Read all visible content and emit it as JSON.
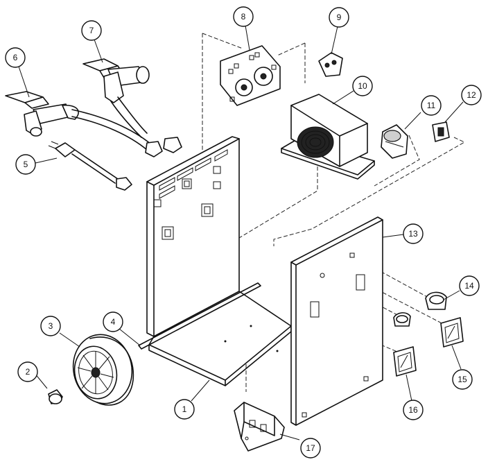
{
  "callouts": [
    {
      "label": "1"
    },
    {
      "label": "2"
    },
    {
      "label": "3"
    },
    {
      "label": "4"
    },
    {
      "label": "5"
    },
    {
      "label": "6"
    },
    {
      "label": "7"
    },
    {
      "label": "8"
    },
    {
      "label": "9"
    },
    {
      "label": "10"
    },
    {
      "label": "11"
    },
    {
      "label": "12"
    },
    {
      "label": "13"
    },
    {
      "label": "14"
    },
    {
      "label": "15"
    },
    {
      "label": "16"
    },
    {
      "label": "17"
    }
  ]
}
